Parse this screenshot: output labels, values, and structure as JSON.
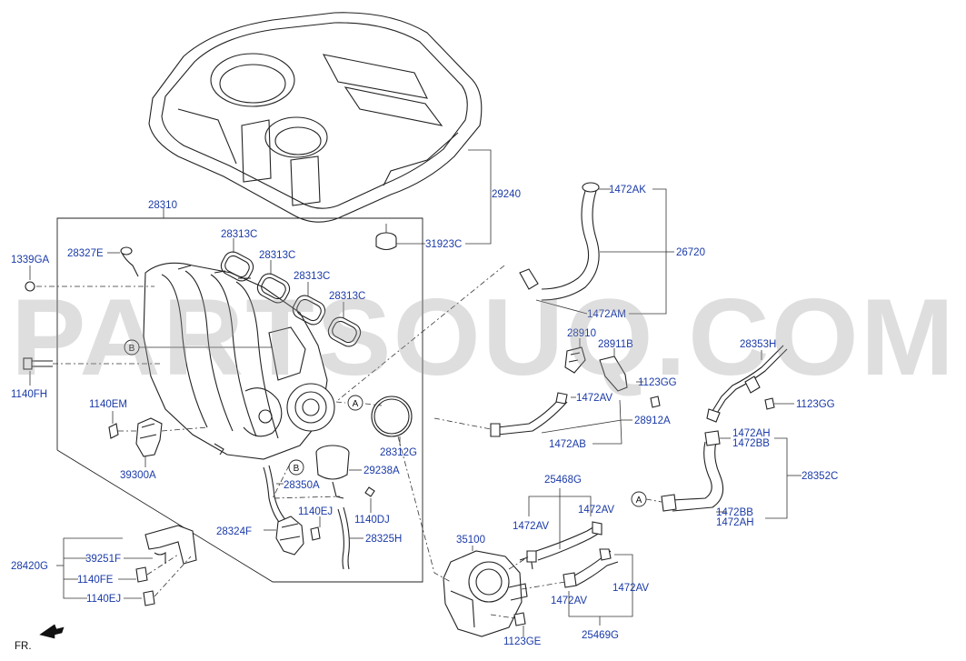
{
  "watermark": "PARTSOUQ.COM",
  "direction_label": "FR.",
  "callouts": {
    "a": "A",
    "b": "B"
  },
  "labels": {
    "p28310": "28310",
    "p29240": "29240",
    "p31923C": "31923C",
    "p1339GA": "1339GA",
    "p28327E": "28327E",
    "p28313C_1": "28313C",
    "p28313C_2": "28313C",
    "p28313C_3": "28313C",
    "p28313C_4": "28313C",
    "p1140FH": "1140FH",
    "p1140EM": "1140EM",
    "p39300A": "39300A",
    "p28312G": "28312G",
    "p29238A": "29238A",
    "p28350A": "28350A",
    "p1140EJ_1": "1140EJ",
    "p1140DJ": "1140DJ",
    "p28324F": "28324F",
    "p28325H": "28325H",
    "p28420G": "28420G",
    "p39251F": "39251F",
    "p1140FE": "1140FE",
    "p1140EJ_2": "1140EJ",
    "p1472AK": "1472AK",
    "p26720": "26720",
    "p1472AM": "1472AM",
    "p28910": "28910",
    "p28911B": "28911B",
    "p1123GG_1": "1123GG",
    "p1472AV_1": "1472AV",
    "p28912A": "28912A",
    "p1472AB": "1472AB",
    "p28353H": "28353H",
    "p1123GG_2": "1123GG",
    "p1472AH_1": "1472AH",
    "p1472BB_1": "1472BB",
    "p28352C": "28352C",
    "p1472BB_2": "1472BB",
    "p1472AH_2": "1472AH",
    "p25468G": "25468G",
    "p1472AV_2": "1472AV",
    "p1472AV_3": "1472AV",
    "p35100": "35100",
    "p1472AV_4": "1472AV",
    "p1472AV_5": "1472AV",
    "p25469G": "25469G",
    "p1123GE": "1123GE"
  }
}
